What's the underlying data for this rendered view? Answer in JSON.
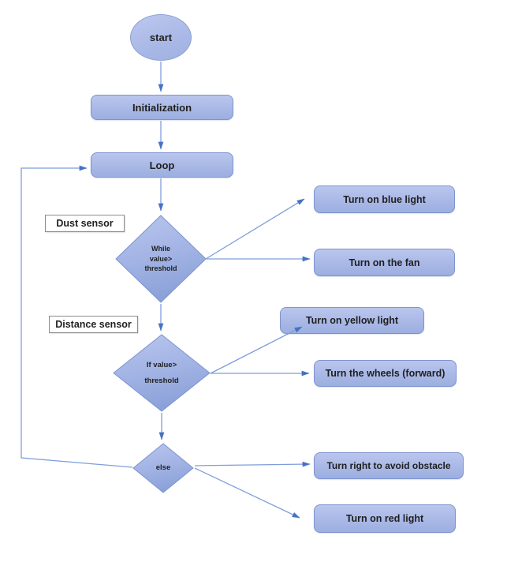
{
  "diagram": {
    "type": "flowchart",
    "nodes": {
      "start": {
        "label": "start",
        "shape": "ellipse"
      },
      "initialization": {
        "label": "Initialization",
        "shape": "rounded-rect"
      },
      "loop": {
        "label": "Loop",
        "shape": "rounded-rect"
      },
      "dust_sensor": {
        "label": "Dust sensor",
        "shape": "label-box"
      },
      "while_decision": {
        "shape": "diamond",
        "lines": [
          "While",
          "value>",
          "threshold"
        ]
      },
      "turn_on_blue_light": {
        "label": "Turn on blue light",
        "shape": "rounded-rect"
      },
      "turn_on_the_fan": {
        "label": "Turn on the fan",
        "shape": "rounded-rect"
      },
      "distance_sensor": {
        "label": "Distance sensor",
        "shape": "label-box"
      },
      "if_decision": {
        "shape": "diamond",
        "lines": [
          "If value>",
          "threshold"
        ]
      },
      "turn_on_yellow_light": {
        "label": "Turn on yellow light",
        "shape": "rounded-rect"
      },
      "turn_the_wheels": {
        "label": "Turn the wheels (forward)",
        "shape": "rounded-rect"
      },
      "else_decision": {
        "label": "else",
        "shape": "diamond"
      },
      "turn_right_to_avoid_obstacle": {
        "label": "Turn right to avoid obstacle",
        "shape": "rounded-rect"
      },
      "turn_on_red_light": {
        "label": "Turn on red light",
        "shape": "rounded-rect"
      }
    },
    "edges": [
      "start -> initialization",
      "initialization -> loop",
      "loop -> while_decision",
      "while_decision -> turn_on_blue_light",
      "while_decision -> turn_on_the_fan",
      "while_decision -> if_decision",
      "if_decision -> turn_on_yellow_light",
      "if_decision -> turn_the_wheels",
      "if_decision -> else_decision",
      "else_decision -> turn_right_to_avoid_obstacle",
      "else_decision -> turn_on_red_light",
      "else_decision -> loop (loop-back)"
    ],
    "colors": {
      "node_fill_top": "#bac6ee",
      "node_fill_bottom": "#9cafe0",
      "node_border": "#7e93ce",
      "diamond_fill_top": "#b7c3ec",
      "diamond_fill_bottom": "#8ba2d9",
      "connector_line": "#7f9ddb",
      "arrowhead": "#4472c4",
      "label_box_border": "#8c8c8c",
      "text": "#1f1f1f",
      "background": "#ffffff"
    }
  }
}
